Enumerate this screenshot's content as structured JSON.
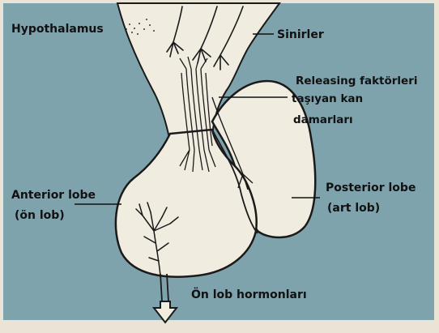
{
  "diagram": {
    "labels": {
      "hypothalamus": "Hypothalamus",
      "sinirler": "Sinirler",
      "releasing_line1": "Releasing faktörleri",
      "releasing_line2": "taşıyan kan",
      "releasing_line3": "damarları",
      "anterior_line1": "Anterior lobe",
      "anterior_line2": "(ön lob)",
      "posterior_line1": "Posterior lobe",
      "posterior_line2": "(art lob)",
      "hormones": "Ön lob hormonları"
    },
    "colors": {
      "background": "#7fa3ad",
      "gland_fill": "#f1ece0",
      "outline": "#1a1a1a"
    }
  }
}
